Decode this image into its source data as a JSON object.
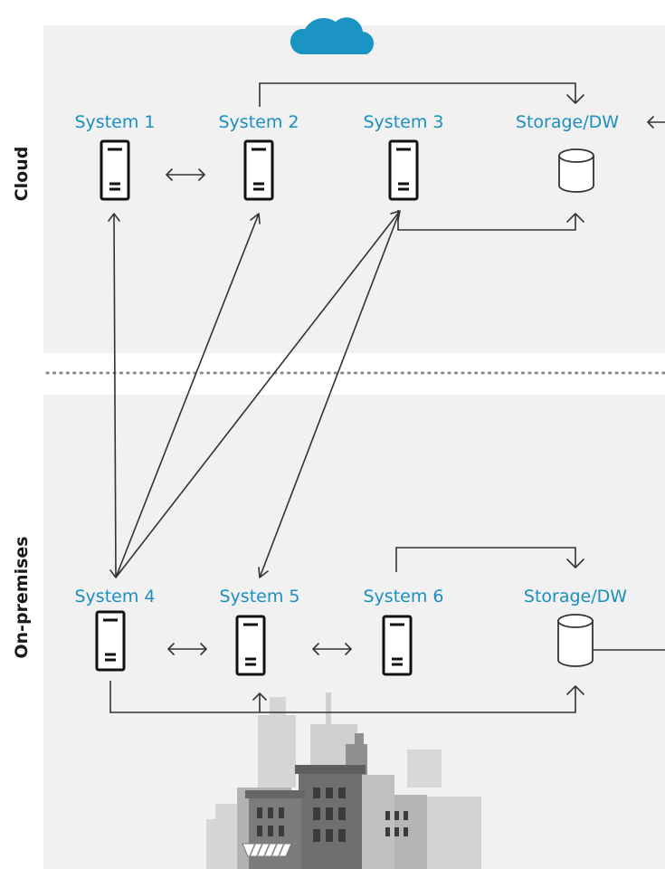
{
  "zones": {
    "cloud": {
      "label": "Cloud"
    },
    "onprem": {
      "label": "On-premises"
    }
  },
  "systems": {
    "s1": {
      "label": "System 1",
      "kind": "server"
    },
    "s2": {
      "label": "System 2",
      "kind": "server"
    },
    "s3": {
      "label": "System 3",
      "kind": "server"
    },
    "cdw": {
      "label": "Storage/DW",
      "kind": "database"
    },
    "s4": {
      "label": "System 4",
      "kind": "server"
    },
    "s5": {
      "label": "System 5",
      "kind": "server"
    },
    "s6": {
      "label": "System 6",
      "kind": "server"
    },
    "odw": {
      "label": "Storage/DW",
      "kind": "database"
    }
  },
  "icons": {
    "cloud": "cloud-icon",
    "buildings": "city-buildings-icon"
  },
  "colors": {
    "label_blue": "#1a8fc0",
    "panel": "#f1f1f1",
    "cloud": "#1b93c3",
    "divider": "#8a8a8a"
  }
}
